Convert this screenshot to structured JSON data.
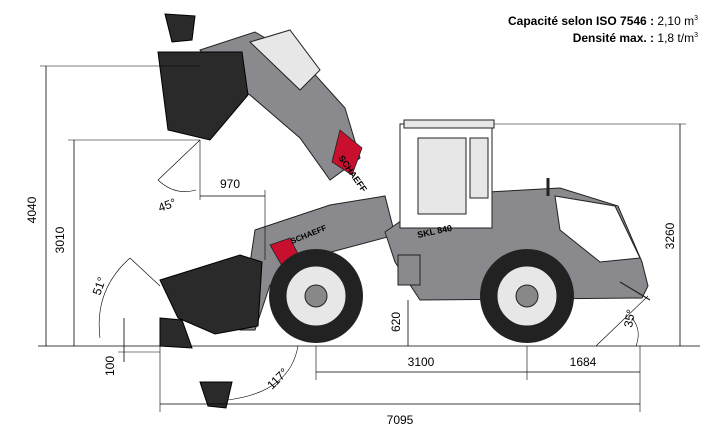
{
  "specs": {
    "capacity_label": "Capacité selon ISO 7546 :",
    "capacity_value": "2,10 m",
    "capacity_exp": "3",
    "density_label": "Densité max. :",
    "density_value": "1,8 t/m",
    "density_exp": "3"
  },
  "dimensions": {
    "lift_height": "4040",
    "pin_height": "3010",
    "reach": "970",
    "dump_angle": "45°",
    "rollback_angle": "51°",
    "dig_depth": "100",
    "ground_clearance": "620",
    "crowd_angle": "117°",
    "wheelbase": "3100",
    "rear_overhang": "1684",
    "total_length": "7095",
    "cab_height": "3260",
    "departure_angle": "35°"
  },
  "machine": {
    "brand_upper": "SCHAEFF",
    "brand_lower": "SCHAEFF",
    "model": "SKL 840"
  },
  "colors": {
    "body": "#8a8a8e",
    "bucket": "#2a2a2a",
    "accent_red": "#c8102e"
  }
}
